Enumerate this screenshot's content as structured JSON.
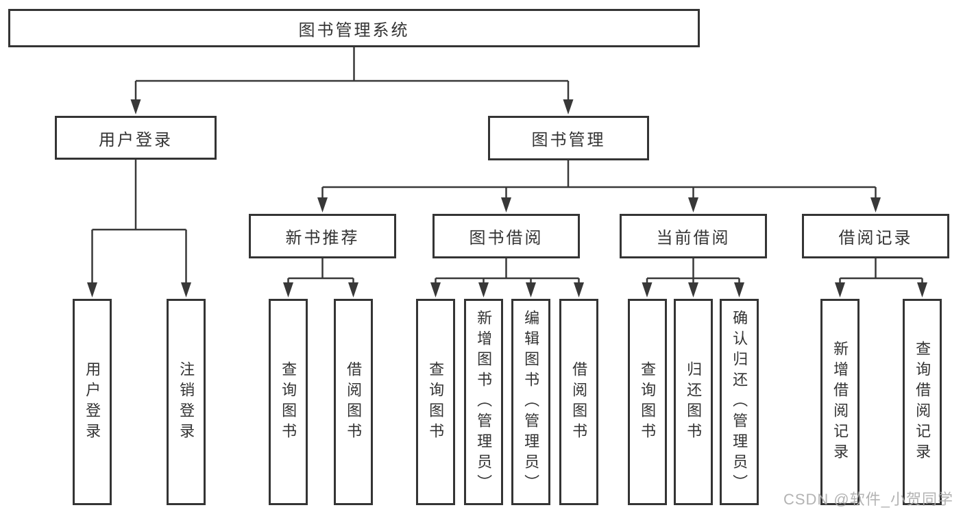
{
  "colors": {
    "line": "#383838",
    "box_border": "#343434",
    "text": "#333333",
    "watermark": "#adadad",
    "background": "#ffffff"
  },
  "diagram": {
    "root": {
      "label": "图书管理系统"
    },
    "branches": [
      {
        "label": "用户登录"
      },
      {
        "label": "图书管理"
      }
    ],
    "modules": [
      {
        "label": "新书推荐"
      },
      {
        "label": "图书借阅"
      },
      {
        "label": "当前借阅"
      },
      {
        "label": "借阅记录"
      }
    ],
    "leaves": [
      {
        "label": "用户登录"
      },
      {
        "label": "注销登录"
      },
      {
        "label": "查询图书"
      },
      {
        "label": "借阅图书"
      },
      {
        "label": "查询图书"
      },
      {
        "label": "新增图书（管理员）"
      },
      {
        "label": "编辑图书（管理员）"
      },
      {
        "label": "借阅图书"
      },
      {
        "label": "查询图书"
      },
      {
        "label": "归还图书"
      },
      {
        "label": "确认归还（管理员）"
      },
      {
        "label": "新增借阅记录"
      },
      {
        "label": "查询借阅记录"
      }
    ]
  },
  "watermark": {
    "text": "CSDN @软件_小贺同学"
  }
}
